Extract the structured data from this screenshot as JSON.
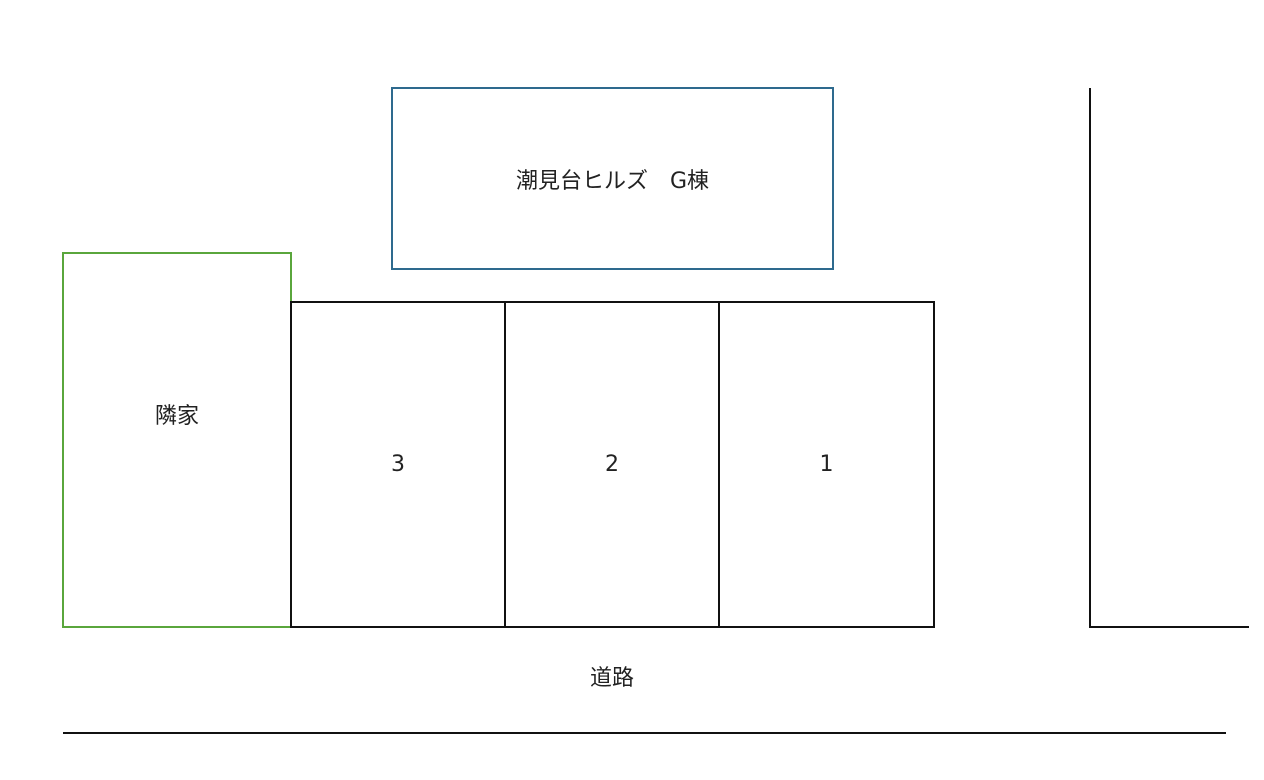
{
  "diagram": {
    "building": {
      "label": "潮見台ヒルズ　G棟",
      "border_color": "#2e6a8e"
    },
    "neighbor": {
      "label": "隣家",
      "border_color": "#5aa63c"
    },
    "lots": [
      {
        "label": "3"
      },
      {
        "label": "2"
      },
      {
        "label": "1"
      }
    ],
    "road": {
      "label": "道路"
    }
  }
}
